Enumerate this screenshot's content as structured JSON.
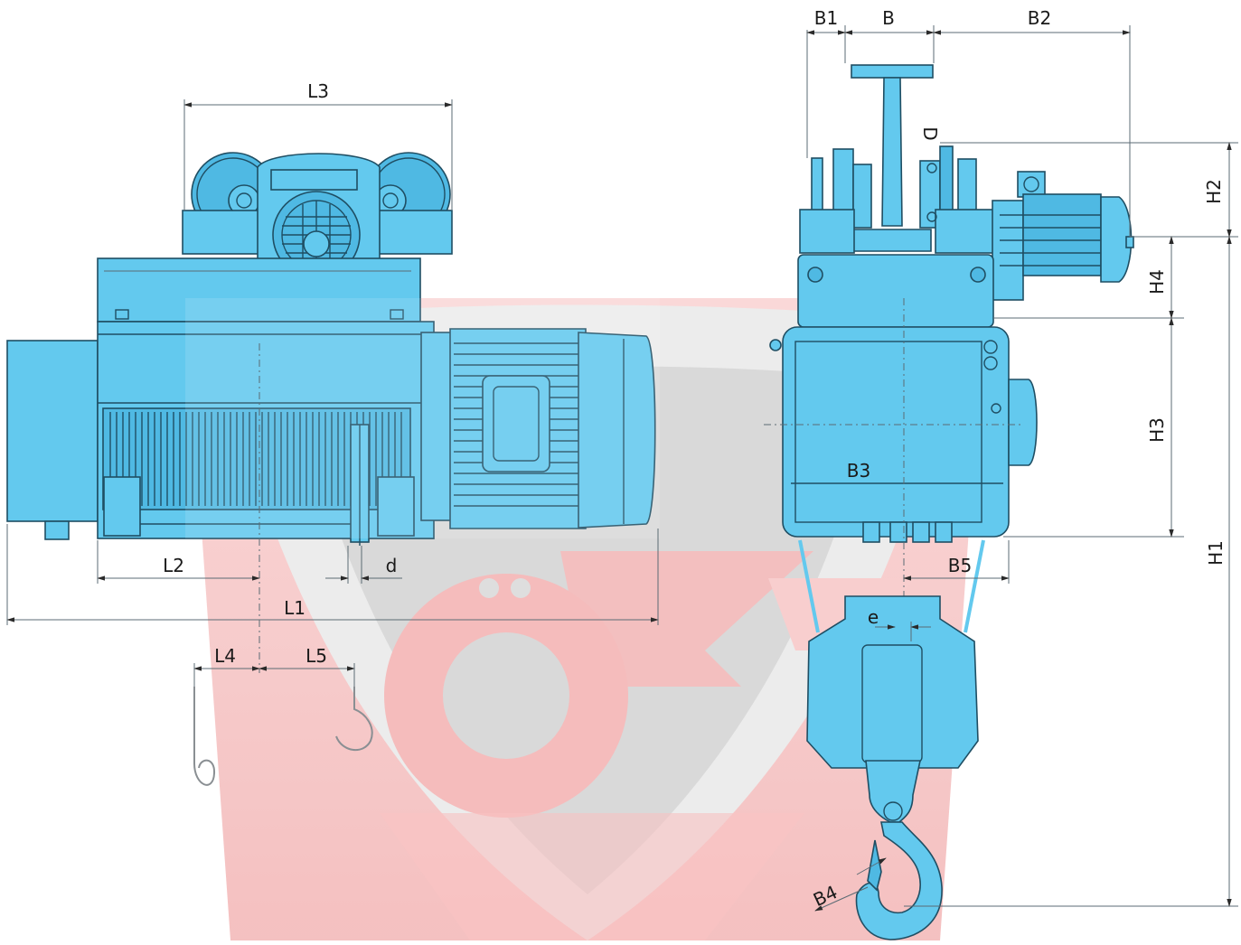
{
  "diagram": {
    "dimension_labels": {
      "L1": "L1",
      "L2": "L2",
      "L3": "L3",
      "L4": "L4",
      "L5": "L5",
      "d": "d",
      "B": "B",
      "B1": "B1",
      "B2": "B2",
      "B3": "B3",
      "B4": "B4",
      "B5": "B5",
      "D": "D",
      "H1": "H1",
      "H2": "H2",
      "H3": "H3",
      "H4": "H4",
      "e": "e"
    },
    "colors": {
      "machine_fill": "#63c9ee",
      "machine_outline": "#1f4e63",
      "watermark_red": "#f2a7a7",
      "watermark_gray": "#cfcfcf"
    },
    "icons": {
      "watermark": "logo-watermark-icon"
    }
  }
}
